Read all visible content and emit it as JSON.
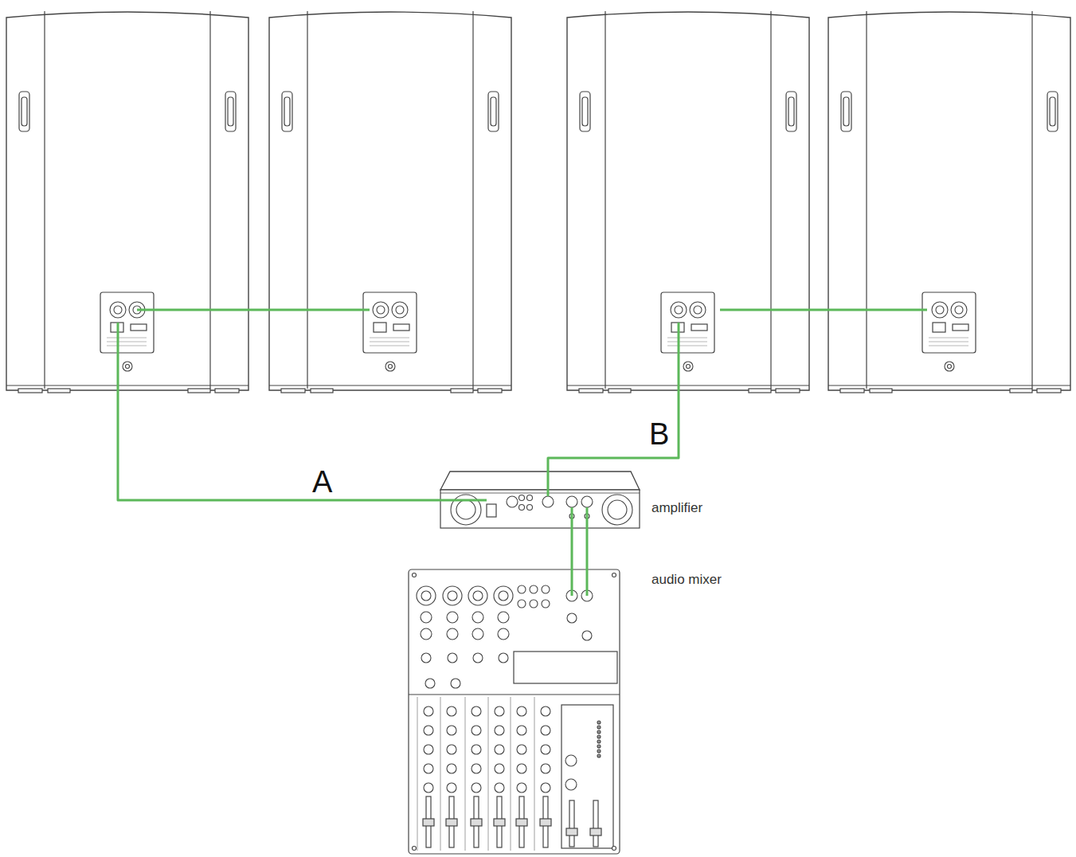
{
  "diagram": {
    "nodes": [
      {
        "text": [
          "amplifier"
        ]
      },
      {
        "text": [
          "audio mixer"
        ]
      }
    ],
    "edges": [
      {
        "from": 1,
        "to": 0,
        "arrow": "none"
      },
      {
        "from": 1,
        "to": 0,
        "arrow": "none"
      }
    ],
    "labels": [
      "A",
      "B"
    ]
  }
}
